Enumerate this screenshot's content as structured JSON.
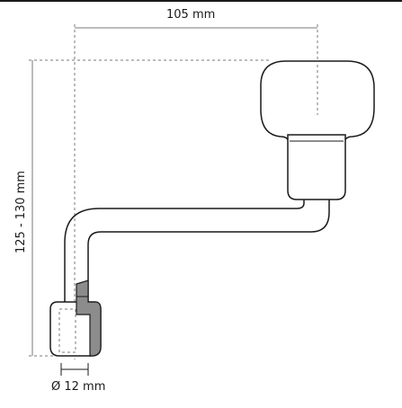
{
  "dimensions": {
    "width_label": "105 mm",
    "height_label": "125 - 130 mm",
    "diameter_label": "Ø 12 mm"
  },
  "colors": {
    "outline": "#1a1a1a",
    "dashed": "#7a7a7a",
    "insert_fill": "#8c8c8c"
  }
}
